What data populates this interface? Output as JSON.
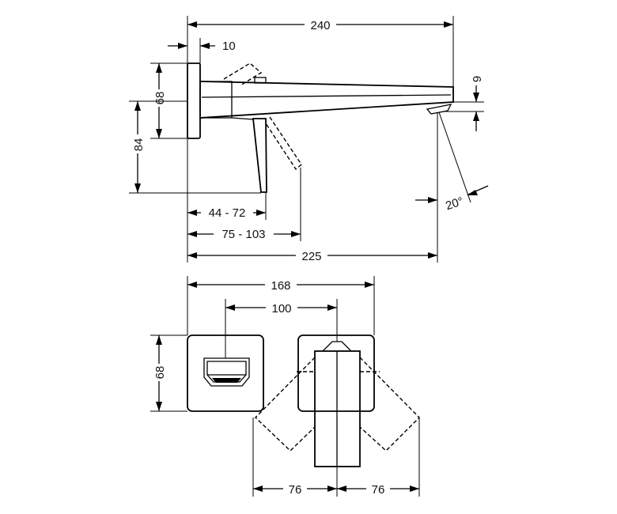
{
  "dimensions": {
    "d240": "240",
    "d10": "10",
    "d9": "9",
    "d68_side": "68",
    "d84": "84",
    "d20": "20°",
    "d44_72": "44 - 72",
    "d75_103": "75 - 103",
    "d225": "225",
    "d168": "168",
    "d100": "100",
    "d68_front": "68",
    "d76_left": "76",
    "d76_right": "76"
  },
  "colors": {
    "line": "#000000",
    "background": "#ffffff"
  }
}
